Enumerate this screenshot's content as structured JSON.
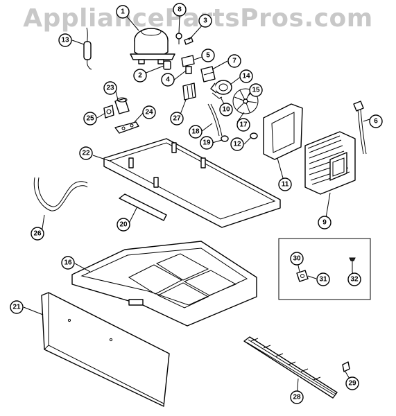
{
  "watermark": "AppliancePartsPros.com",
  "callouts": {
    "c1": "1",
    "c2": "2",
    "c3": "3",
    "c4": "4",
    "c5": "5",
    "c6": "6",
    "c7": "7",
    "c8": "8",
    "c9": "9",
    "c10": "10",
    "c11": "11",
    "c12": "12",
    "c13": "13",
    "c14": "14",
    "c15": "15",
    "c16": "16",
    "c17": "17",
    "c18": "18",
    "c19": "19",
    "c20": "20",
    "c21": "21",
    "c22": "22",
    "c23": "23",
    "c24": "24",
    "c25": "25",
    "c26": "26",
    "c27": "27",
    "c28": "28",
    "c29": "29",
    "c30": "30",
    "c31": "31",
    "c32": "32"
  }
}
